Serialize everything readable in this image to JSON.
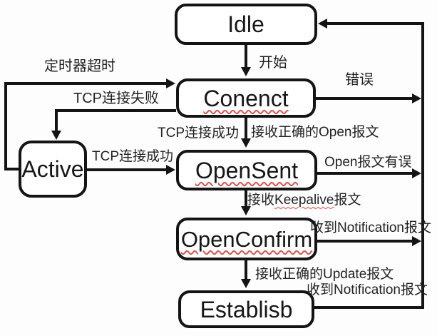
{
  "states": {
    "idle": "Idle",
    "connect": "Conenct",
    "active": "Active",
    "open_sent": "OpenSent",
    "open_confirm": "OpenConfirm",
    "established": "Establisb"
  },
  "transitions": {
    "start": "开始",
    "error": "错误",
    "timer_timeout": "定时器超时",
    "tcp_connect_fail": "TCP连接失败",
    "tcp_connect_success_top": "TCP连接成功",
    "receive_correct_open": "接收正确的Open报文",
    "tcp_connect_success_left": "TCP连接成功",
    "open_packet_error": "Open报文有误",
    "receive_keepalive_prefix": "接收",
    "receive_keepalive_word": "Keepalive",
    "receive_keepalive_suffix": "报文",
    "notification_from_openconfirm": "收到Notification报文",
    "receive_correct_update": "接收正确的Update报文",
    "notification_from_established": "收到Notification报文"
  },
  "colors": {
    "stroke": "#141414",
    "background": "#fdfdfd",
    "text": "#222222",
    "spellcheck_underline": "#e0514d"
  }
}
